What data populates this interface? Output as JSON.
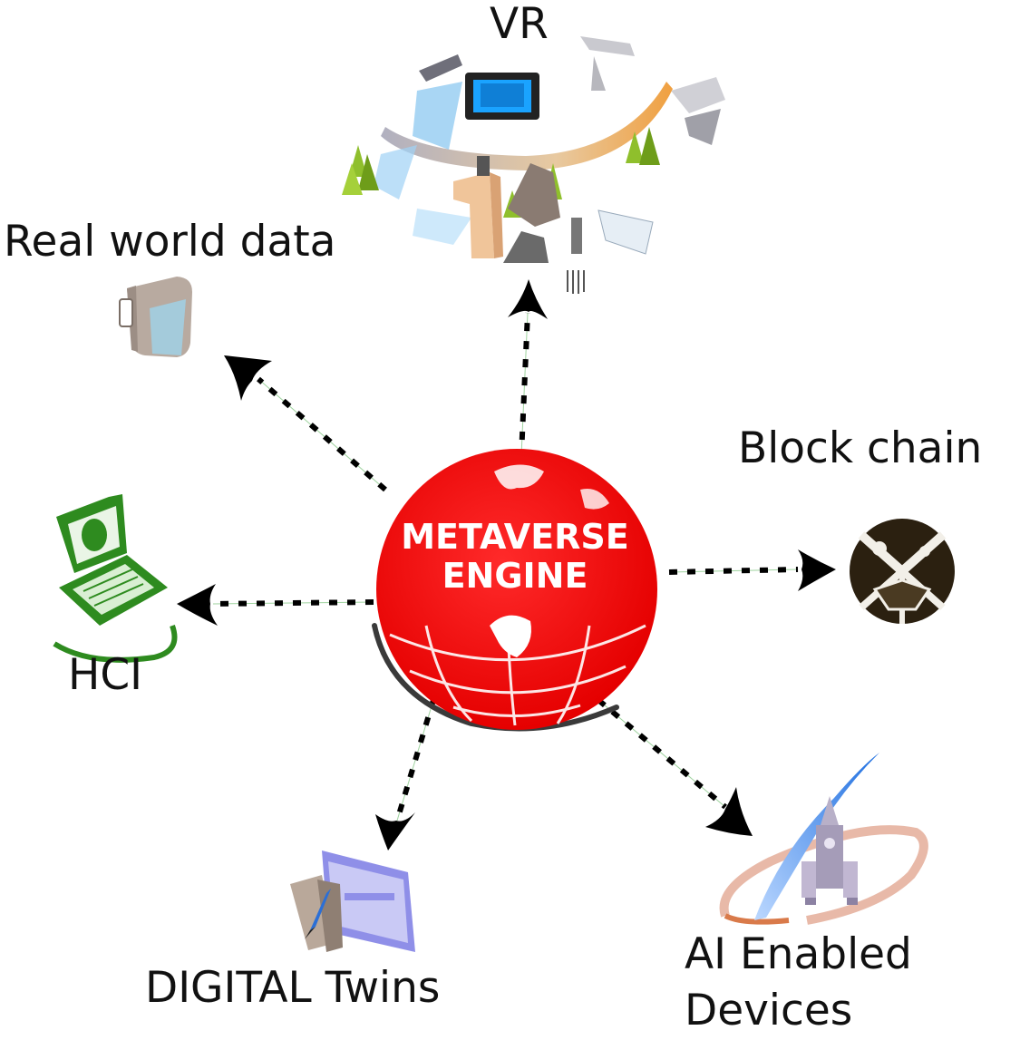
{
  "center": {
    "line1": "METAVERSE",
    "line2": "ENGINE",
    "color": "#ff0000"
  },
  "nodes": {
    "vr": {
      "label": "VR",
      "icon": "vr-world-icon"
    },
    "real_world_data": {
      "label": "Real world data",
      "icon": "data-device-icon"
    },
    "block_chain": {
      "label": "Block chain",
      "icon": "blockchain-icon"
    },
    "hci": {
      "label": "HCI",
      "icon": "laptop-icon"
    },
    "digital_twins": {
      "label": "DIGITAL Twins",
      "icon": "window-pen-icon"
    },
    "ai_devices": {
      "label_line1": "AI Enabled",
      "label_line2": "Devices",
      "icon": "rocket-icon"
    }
  },
  "colors": {
    "arrow": "#000000",
    "hci_icon": "#2e8b1f",
    "blockchain_icon": "#2b2010",
    "digital_twins_window": "#8f8fe8"
  }
}
